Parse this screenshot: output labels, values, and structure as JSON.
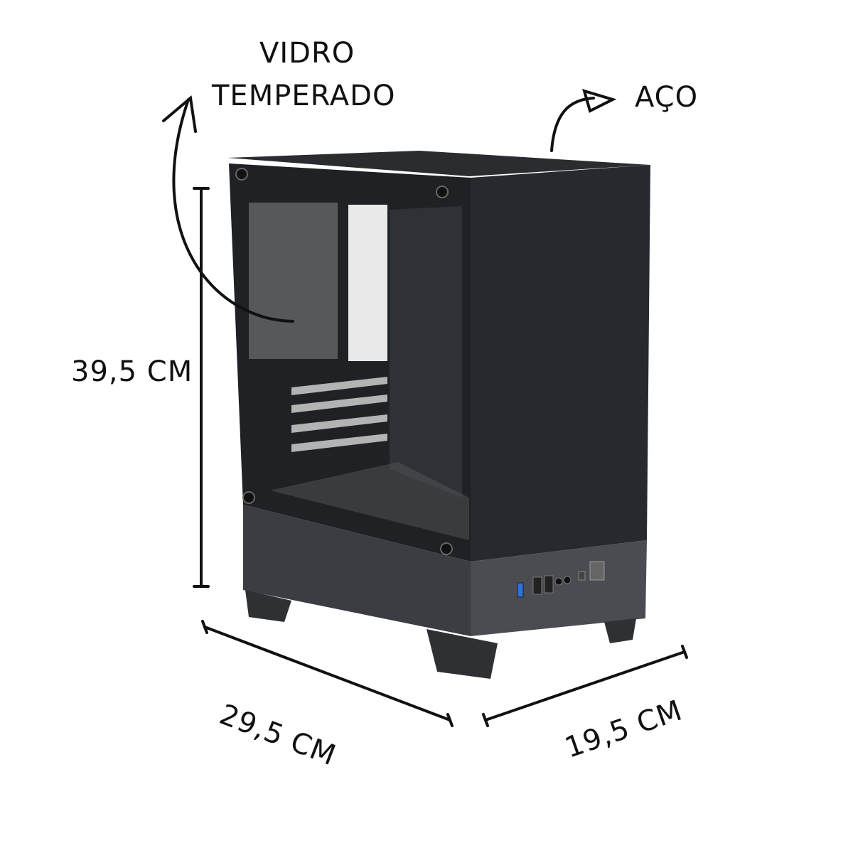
{
  "product": "PC case (tower, glass side panel)",
  "labels": {
    "glass_line1": "VIDRO",
    "glass_line2": "TEMPERADO",
    "steel": "AÇO",
    "height": "39,5 CM",
    "length": "29,5 CM",
    "width": "19,5 CM"
  },
  "colors": {
    "background": "#ffffff",
    "case_body": "#3b3d42",
    "case_dark": "#1c1d20",
    "glass_tint": "#2a2d31",
    "usb_blue": "#2f6fe0",
    "annotation": "#111111"
  },
  "front_io": [
    "usb-3.0-blue",
    "usb-a",
    "usb-a",
    "audio-jack",
    "audio-jack",
    "reset-button",
    "power-button"
  ]
}
